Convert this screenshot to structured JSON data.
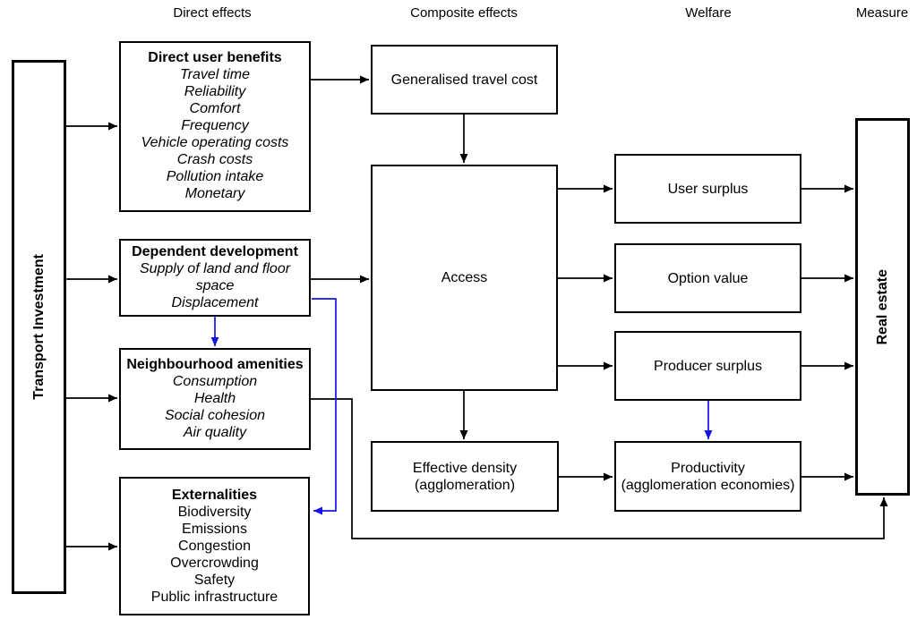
{
  "column_headers": {
    "direct_effects": "Direct effects",
    "composite_effects": "Composite effects",
    "welfare": "Welfare",
    "measure": "Measure"
  },
  "boxes": {
    "transport_investment": {
      "label": "Transport Investment"
    },
    "direct_user_benefits": {
      "title": "Direct user benefits",
      "items": [
        "Travel time",
        "Reliability",
        "Comfort",
        "Frequency",
        "Vehicle operating costs",
        "Crash costs",
        "Pollution intake",
        "Monetary"
      ]
    },
    "dependent_development": {
      "title": "Dependent development",
      "items": [
        "Supply of land and floor space",
        "Displacement"
      ]
    },
    "neighbourhood_amenities": {
      "title": "Neighbourhood amenities",
      "items": [
        "Consumption",
        "Health",
        "Social cohesion",
        "Air quality"
      ]
    },
    "externalities": {
      "title": "Externalities",
      "items": [
        "Biodiversity",
        "Emissions",
        "Congestion",
        "Overcrowding",
        "Safety",
        "Public infrastructure"
      ]
    },
    "generalised_travel_cost": {
      "label": "Generalised travel cost"
    },
    "access": {
      "label": "Access"
    },
    "effective_density": {
      "lines": [
        "Effective density",
        "(agglomeration)"
      ]
    },
    "user_surplus": {
      "label": "User surplus"
    },
    "option_value": {
      "label": "Option value"
    },
    "producer_surplus": {
      "label": "Producer surplus"
    },
    "productivity": {
      "lines": [
        "Productivity",
        "(agglomeration economies)"
      ]
    },
    "real_estate": {
      "label": "Real estate"
    }
  },
  "colors": {
    "line_black": "#000000",
    "line_blue": "#1414e8",
    "box_background": "#ffffff",
    "text": "#000000"
  }
}
